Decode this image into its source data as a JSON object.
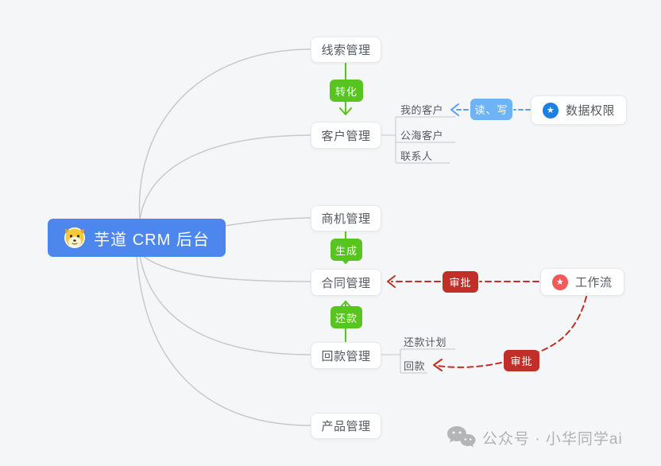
{
  "root": {
    "label": "芋道 CRM 后台"
  },
  "branches": {
    "lead": "线索管理",
    "customer": "客户管理",
    "business": "商机管理",
    "contract": "合同管理",
    "receivable": "回款管理",
    "product": "产品管理"
  },
  "customer_children": [
    "我的客户",
    "公海客户",
    "联系人"
  ],
  "receivable_children": [
    "还款计划",
    "回款"
  ],
  "edge_badges": {
    "convert": "转化",
    "generate": "生成",
    "repay": "还款",
    "read_write": "读、写",
    "approve_contract": "审批",
    "approve_receivable": "审批"
  },
  "side_nodes": {
    "data_permission": {
      "label": "数据权限"
    },
    "workflow": {
      "label": "工作流"
    }
  },
  "icons": {
    "star_glyph": "★"
  },
  "watermark": {
    "text": "公众号 · 小华同学ai"
  },
  "colors": {
    "root_bg": "#4d87ee",
    "green": "#57c41f",
    "blue_badge": "#6fb3f7",
    "blue_dash": "#5a9cf8",
    "red": "#c03028",
    "data_permission_icon": "#1c80e3",
    "workflow_icon": "#f25a5a",
    "curve_gray": "#c9c9c9",
    "background": "#f5f6f7",
    "node_text": "#555a60"
  }
}
